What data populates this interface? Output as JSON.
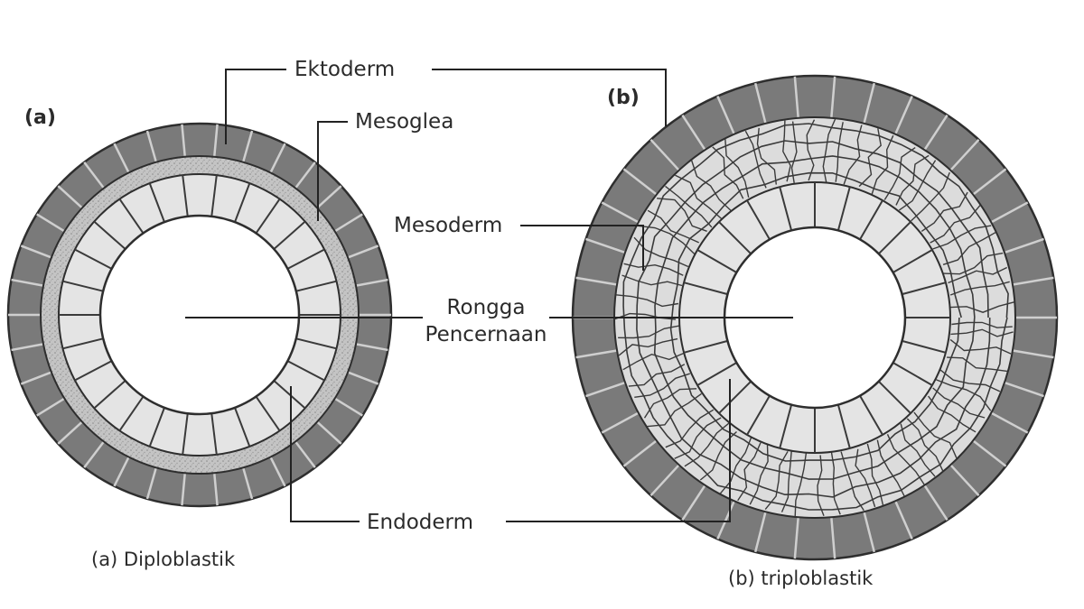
{
  "panel_a": {
    "tag": "(a)",
    "caption": "(a) Diploblastik"
  },
  "panel_b": {
    "tag": "(b)",
    "caption": "(b) triploblastik"
  },
  "labels": {
    "ektoderm": "Ektoderm",
    "mesoglea": "Mesoglea",
    "mesoderm": "Mesoderm",
    "rongga": "Rongga",
    "pencernaan": "Pencernaan",
    "endoderm": "Endoderm"
  },
  "colors": {
    "ectoderm_fill": "#7a7a7a",
    "mesoglea_fill": "#bdbdbd",
    "mesoderm_fill": "#d9d9d9",
    "endoderm_fill": "#e6e6e6",
    "outline": "#333333",
    "cavity": "#ffffff"
  },
  "layers": {
    "diploblastik": [
      "ektoderm",
      "mesoglea",
      "endoderm"
    ],
    "triploblastik": [
      "ektoderm",
      "mesoderm",
      "endoderm"
    ]
  }
}
